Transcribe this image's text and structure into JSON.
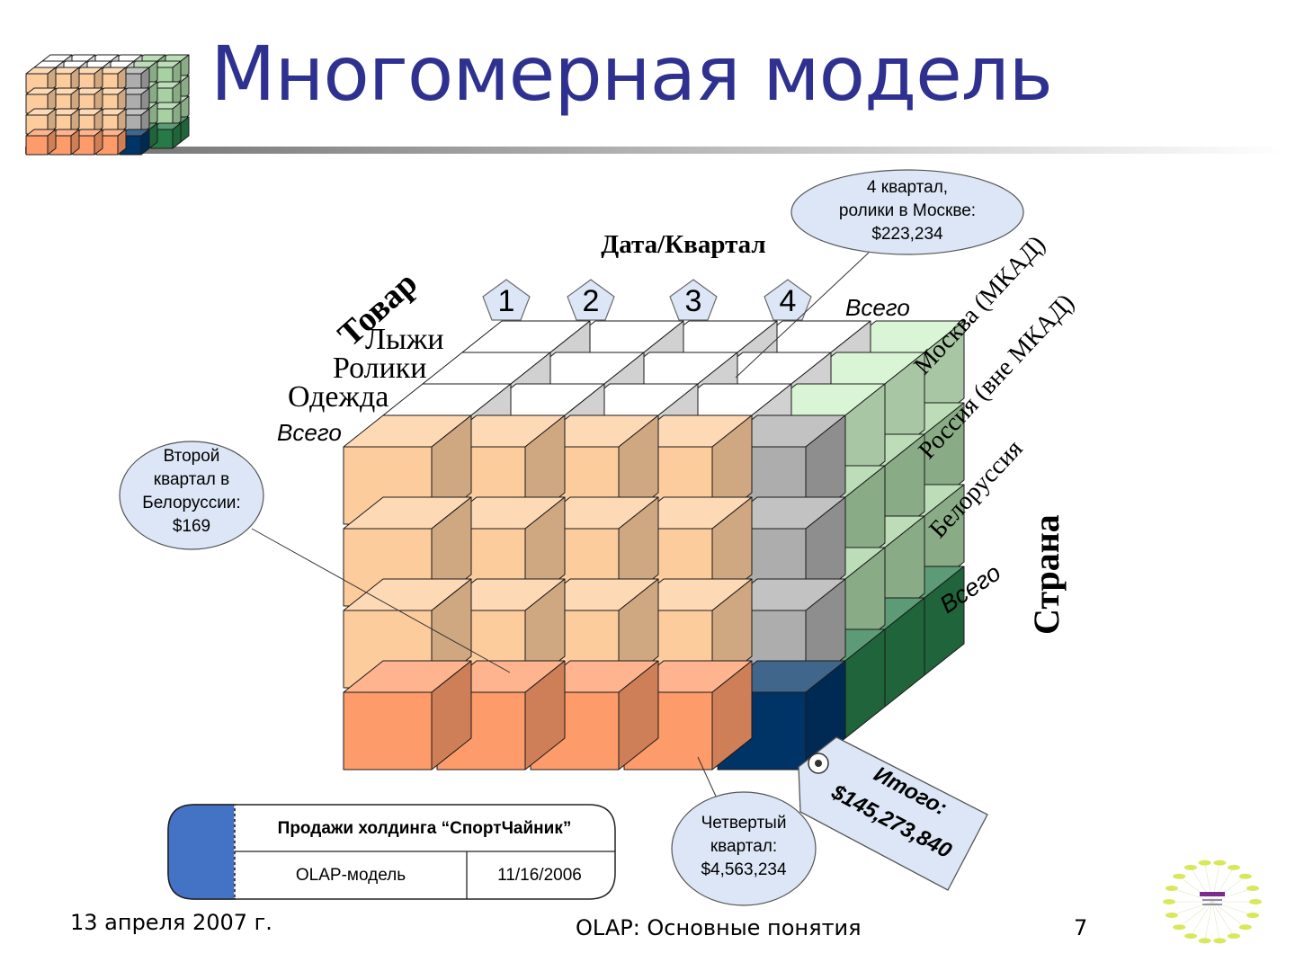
{
  "slide": {
    "title": "Многомерная модель",
    "footer_date": "13 апреля 2007 г.",
    "footer_center": "OLAP: Основные понятия",
    "page_number": "7"
  },
  "cube": {
    "axis_date": "Дата/Квартал",
    "axis_product": "Товар",
    "axis_country": "Страна",
    "quarters": [
      "1",
      "2",
      "3",
      "4"
    ],
    "date_total": "Всего",
    "products": [
      "Лыжи",
      "Ролики",
      "Одежда"
    ],
    "product_total": "Всего",
    "countries": [
      "Москва (МКАД)",
      "Россия (вне МКАД)",
      "Белоруссия"
    ],
    "country_total": "Всего"
  },
  "callouts": {
    "q4_moscow": [
      "4 квартал,",
      "ролики в Москве:",
      "$223,234"
    ],
    "q2_belarus": [
      "Второй",
      "квартал в",
      "Белоруссии:",
      "$169"
    ],
    "q4_total": [
      "Четвертый",
      "квартал:",
      "$4,563,234"
    ]
  },
  "tag": {
    "line1": "Итого:",
    "line2": "$145,273,840"
  },
  "legend": {
    "title": "Продажи холдинга “СпортЧайник”",
    "model": "OLAP-модель",
    "date": "11/16/2006"
  },
  "colors": {
    "title": "#2f3190",
    "peach": "#fdcc9d",
    "salmon": "#fd9b6a",
    "gray": "#adadad",
    "navy": "#003366",
    "light_green": "#cdf2c8",
    "mid_green": "#a7d1a2",
    "dark_green": "#267a47",
    "callout_fill": "#dce6f6",
    "legend_blue": "#4472c4"
  }
}
